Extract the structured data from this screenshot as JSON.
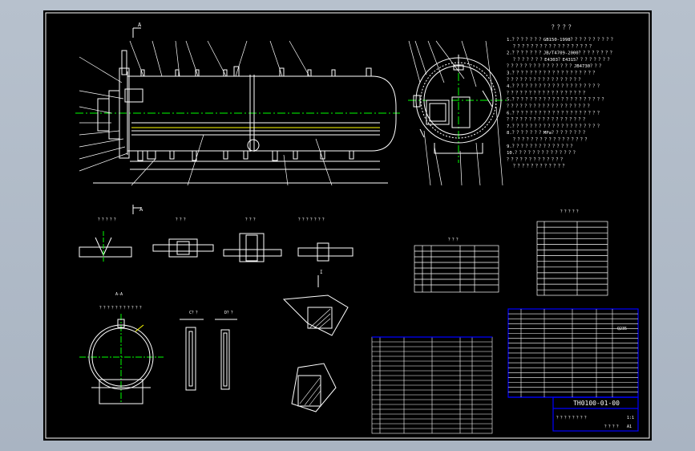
{
  "drawing": {
    "tech_title": "？？？？",
    "tech_lines": [
      "1.？？？？？？？GB150-1998？？？？？？？？？？",
      "？？？？？？？？？？？？？？？？？？",
      "2.？？？？？？？JB/T4709-2000？？？？？？？？",
      "？？？？？？？E4303？E4315？？？？？？？？",
      "？？？？？？？？？？？？？？？JB4730？？？",
      "3.？？？？？？？？？？？？？？？？？？？",
      "？？？？？？？？？？？？？？？？？",
      "4.？？？？？？？？？？？？？？？？？？？？",
      "？？？？？？？？？？？？？？？？？？",
      "5.？？？？？？？？？？？？？？？？？？？？？",
      "？？？？？？？？？？？？？？？？？？？",
      "6.？？？？？？？？？？？？？？？？？？？？",
      "？？？？？？？？？？？？？？？？？？",
      "7.？？？？？？？？？？？？？？？？？？？？",
      "8.？？？？？？？MPa？？？？？？？？",
      "？？？？？？？？？？？？？？？？？",
      "9.？？？？？？？？？？？？？？",
      "10.？？？？？？？？？？？？？？",
      "？？？？？？？？？？？？？",
      "？？？？？？？？？？？？"
    ],
    "section_a_label": "A",
    "section_a_label2": "A",
    "detail_labels": [
      "？？？？？",
      "？？？",
      "？？？",
      "？？？？？？？"
    ],
    "view_aa_label": "A-A",
    "view_aa_sub": "？？？？？？？？？？？",
    "view_c_label": "C？？",
    "view_d_label": "D？？",
    "detail_i_label": "I",
    "table1_title": "？？？",
    "table2_title": "？？？？？",
    "drawing_number": "TH0100-01-00",
    "title_block_name": "？？？？？？？？",
    "scale": "1:1",
    "sheet_code": "A1",
    "material_code": "Q235",
    "assembly_note": "？？？？"
  },
  "colors": {
    "background": "#000000",
    "outside": "#b0bac7",
    "line": "#ffffff",
    "centerline": "#00ff00",
    "leader": "#ffffff",
    "accent": "#ffff00",
    "border_table": "#0000ff",
    "magenta": "#ff00ff"
  }
}
